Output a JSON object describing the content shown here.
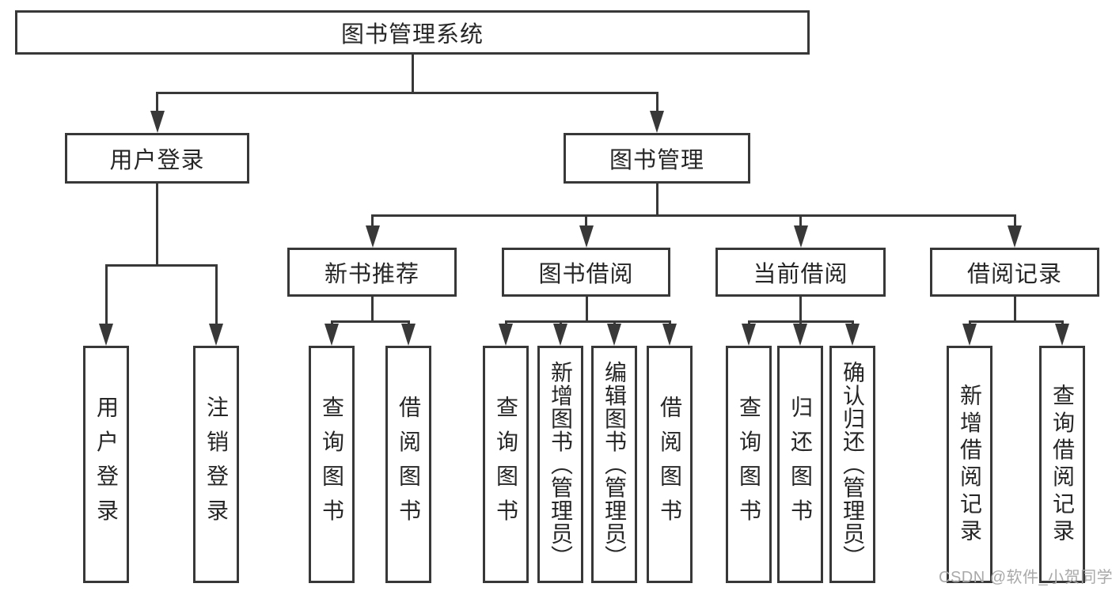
{
  "diagram_title": "图书管理系统",
  "watermark": "CSDN @软件_小贺同学",
  "colors": {
    "line": "#383838",
    "text": "#262626",
    "watermark": "#a9a9a9",
    "background": "#ffffff"
  },
  "root_label": "图书管理系统",
  "level2": {
    "user_login": "用户登录",
    "book_mgmt": "图书管理"
  },
  "level3": {
    "recommend": "新书推荐",
    "borrow": "图书借阅",
    "current": "当前借阅",
    "record": "借阅记录"
  },
  "leaves": {
    "user": [
      "用户登录",
      "注销登录"
    ],
    "recommend": [
      "查询图书",
      "借阅图书"
    ],
    "borrow": [
      "查询图书",
      "新增图书（管理员）",
      "编辑图书（管理员）",
      "借阅图书"
    ],
    "current": [
      "查询图书",
      "归还图书",
      "确认归还（管理员）"
    ],
    "record": [
      "新增借阅记录",
      "查询借阅记录"
    ]
  }
}
